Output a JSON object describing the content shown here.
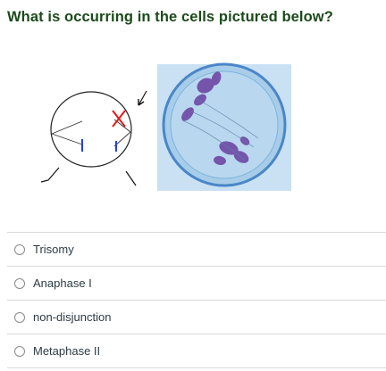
{
  "question": {
    "text": "What is occurring in the cells pictured below?"
  },
  "figure": {
    "diagram_x_color": "#e01b1b",
    "diagram_bar_color": "#2a3fd6",
    "micrograph_background": "#9ec9e8",
    "micrograph_cell_ring": "#4a86c8",
    "micrograph_chromosome_color": "#6a3fa0"
  },
  "options": [
    {
      "label": "Trisomy",
      "selected": false
    },
    {
      "label": "Anaphase I",
      "selected": false
    },
    {
      "label": "non-disjunction",
      "selected": false
    },
    {
      "label": "Metaphase II",
      "selected": false
    }
  ]
}
